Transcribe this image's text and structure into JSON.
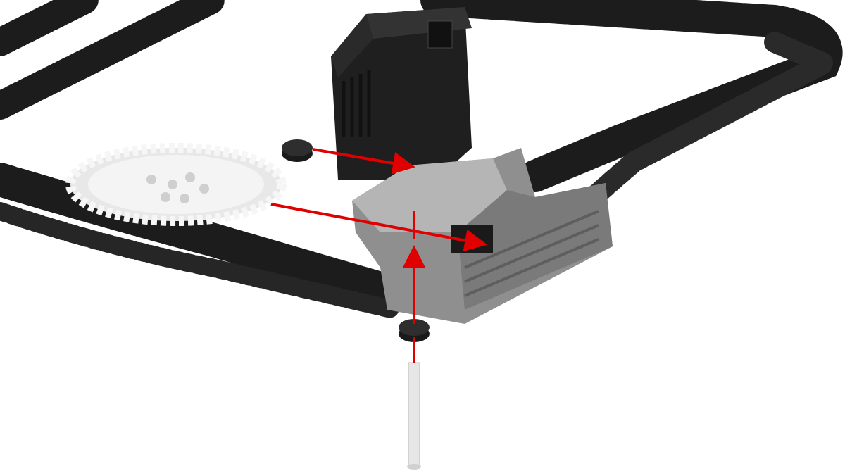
{
  "diagram": {
    "type": "exploded-assembly-render",
    "parts": [
      "track-chain",
      "motor",
      "gear",
      "bracket",
      "nut-top",
      "nut-bottom",
      "shaft"
    ],
    "colors": {
      "background": "#ffffff",
      "track": "#1c1c1c",
      "motor": "#232323",
      "gear": "#f2f2f2",
      "bracket": "#9a9a9a",
      "arrow": "#e00000",
      "shaft": "#e6e6e6"
    }
  }
}
